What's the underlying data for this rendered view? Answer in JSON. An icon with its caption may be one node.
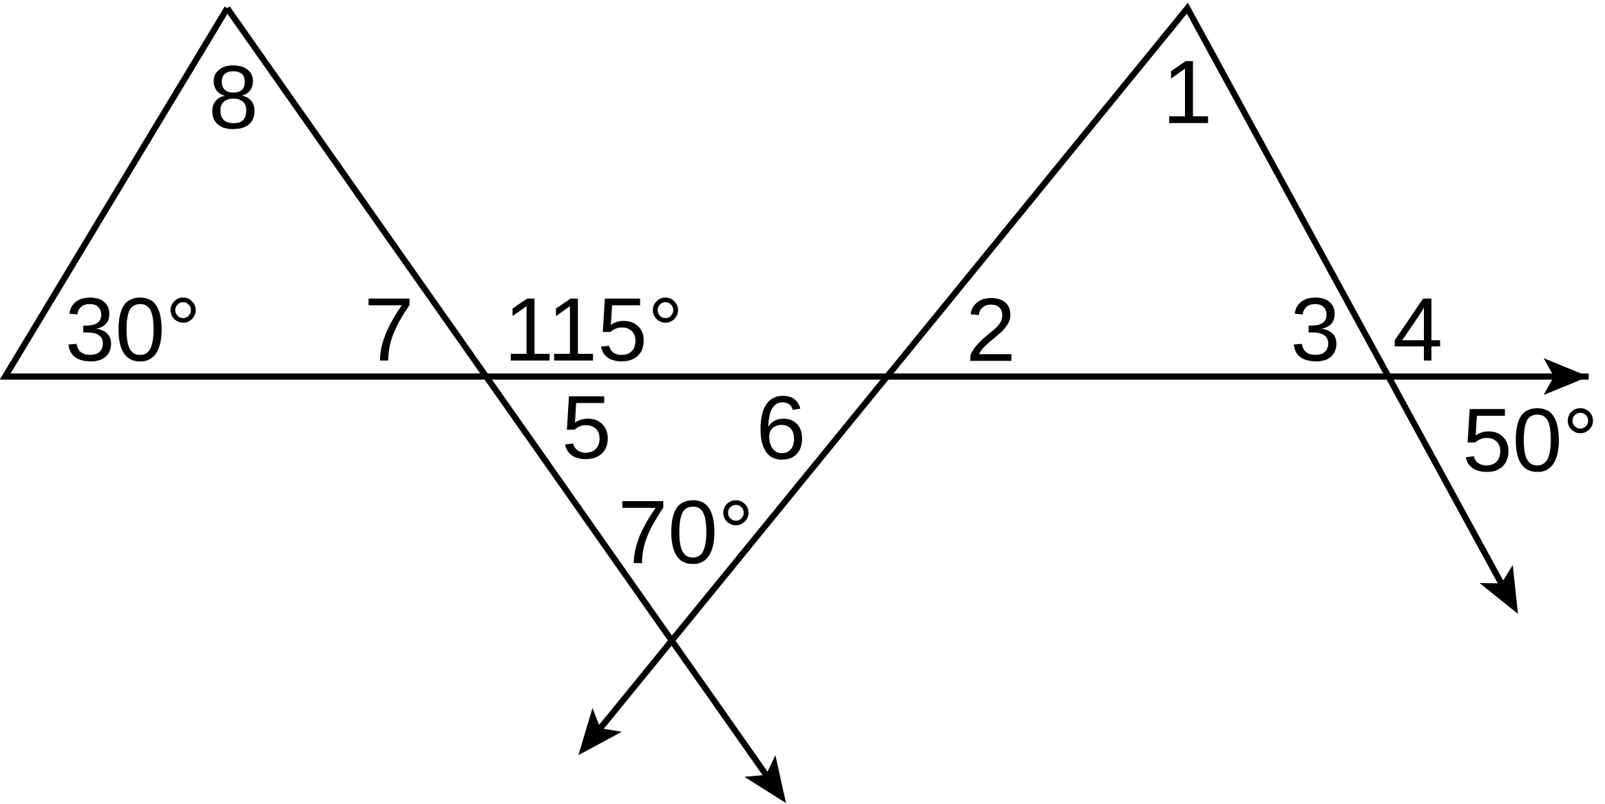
{
  "diagram": {
    "labels": [
      "8",
      "1",
      "30°",
      "7",
      "115°",
      "2",
      "3",
      "4",
      "5",
      "6",
      "50°",
      "70°"
    ]
  }
}
